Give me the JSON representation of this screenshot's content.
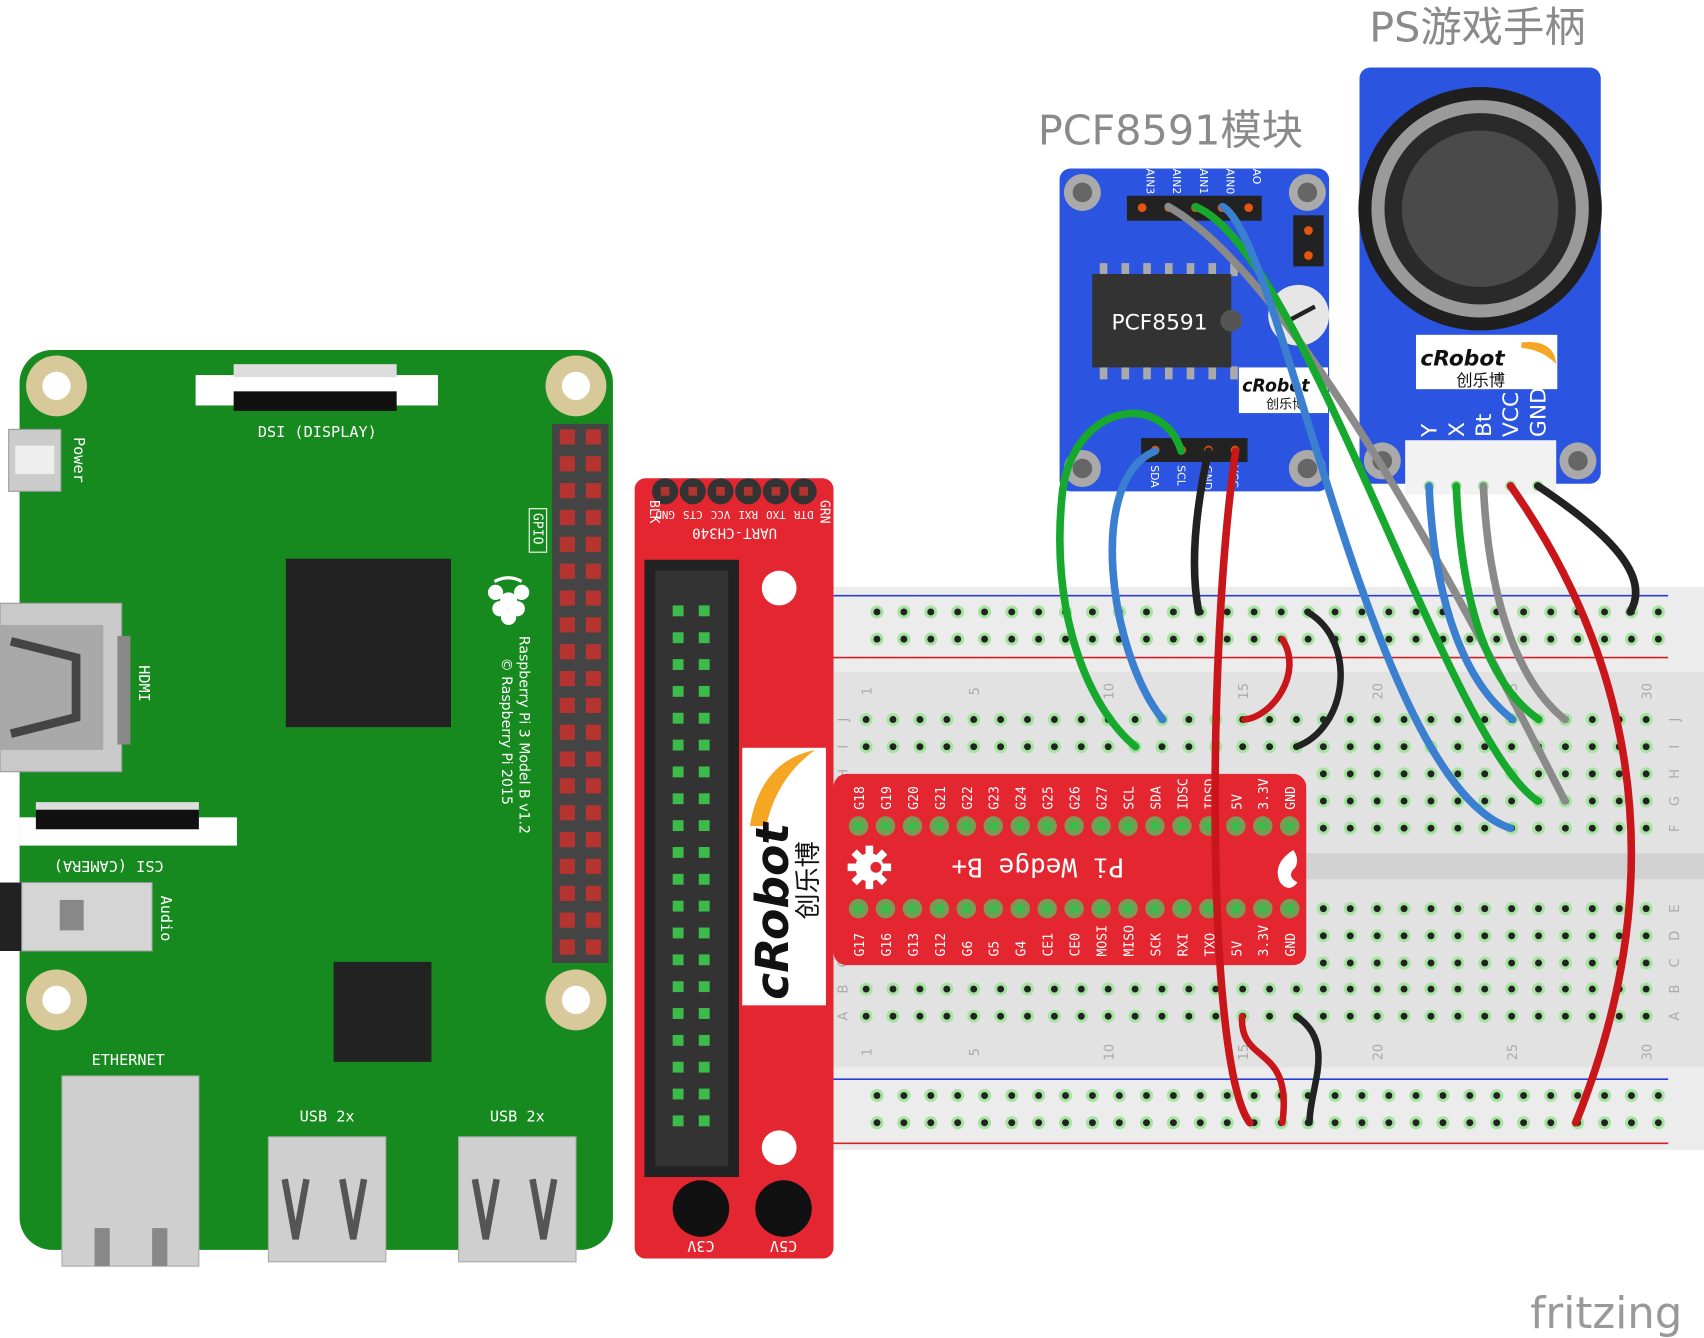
{
  "titles": {
    "joystick": "PS游戏手柄",
    "pcf_module": "PCF8591模块",
    "watermark": "fritzing"
  },
  "raspberry_pi": {
    "dsi": "DSI (DISPLAY)",
    "power": "Power",
    "hdmi": "HDMI",
    "csi": "CSI (CAMERA)",
    "audio": "Audio",
    "gpio": "GPIO",
    "ethernet": "ETHERNET",
    "usb1": "USB 2x",
    "usb2": "USB 2x",
    "model": "Raspberry Pi 3 Model B v1.2",
    "copyright": "© Raspberry Pi 2015",
    "board_color": "#168a1e"
  },
  "cobbler": {
    "uart_title": "UART-CH340",
    "uart_pins": [
      "GND",
      "CTS",
      "VCC",
      "RXI",
      "TXO",
      "DTR"
    ],
    "uart_left": "BLK",
    "uart_right": "GRN",
    "c3v": "C3V",
    "c5v": "C5V",
    "logo": "cRobot",
    "logo_cn": "创乐博",
    "color": "#e3262f"
  },
  "wedge": {
    "title": "Pi Wedge B+",
    "top_pins": [
      "G18",
      "G19",
      "G20",
      "G21",
      "G22",
      "G23",
      "G24",
      "G25",
      "G26",
      "G27",
      "SCL",
      "SDA",
      "IDSC",
      "IDSD",
      "5V",
      "3.3V",
      "GND"
    ],
    "bottom_pins": [
      "G17",
      "G16",
      "G13",
      "G12",
      "G6",
      "G5",
      "G4",
      "CE1",
      "CE0",
      "MOSI",
      "MISO",
      "SCK",
      "RXI",
      "TXO",
      "5V",
      "3.3V",
      "GND"
    ]
  },
  "breadboard": {
    "column_numbers": [
      "1",
      "5",
      "10",
      "15",
      "20",
      "25",
      "30"
    ],
    "top_rows": [
      "J",
      "I",
      "H",
      "G",
      "F"
    ],
    "bottom_rows": [
      "E",
      "D",
      "C",
      "B",
      "A"
    ]
  },
  "pcf8591": {
    "chip": "PCF8591",
    "top_pins": [
      "AIN3",
      "AIN2",
      "AIN1",
      "AIN0",
      "AO"
    ],
    "bottom_pins": [
      "SDA",
      "SCL",
      "GND",
      "VCC"
    ],
    "logo": "cRobot",
    "logo_cn": "创乐博",
    "color": "#2b55e0"
  },
  "joystick": {
    "pins": [
      "Y",
      "X",
      "Bt",
      "VCC",
      "GND"
    ],
    "logo": "cRobot",
    "logo_cn": "创乐博",
    "color": "#2b55e0"
  },
  "wire_colors": {
    "red": "#c8161b",
    "black": "#222222",
    "green": "#17a82e",
    "blue": "#3b7fd0",
    "gray": "#8a8a8a"
  }
}
